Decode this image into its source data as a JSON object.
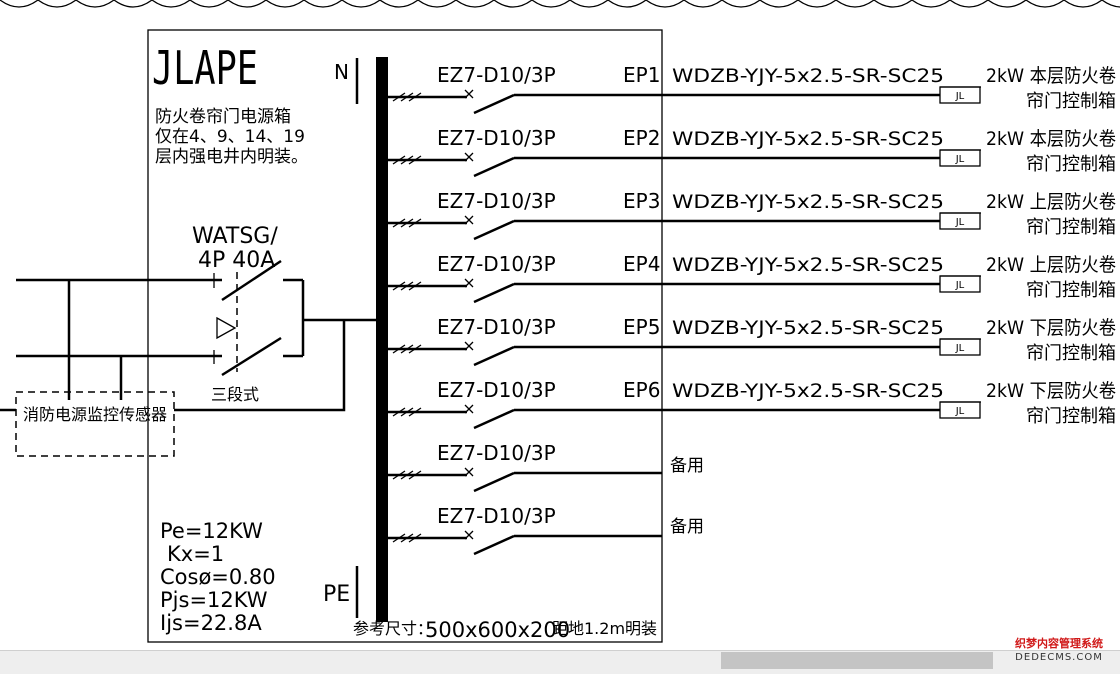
{
  "box": {
    "name": "JLAPE",
    "desc_lines": [
      "防火卷帘门电源箱",
      "仅在4、9、14、19",
      "层内强电井内明装。"
    ],
    "N_label": "N",
    "PE_label": "PE",
    "params": [
      "Pe=12KW",
      "Kx=1",
      "Cosø=0.80",
      "Pjs=12KW",
      "Ijs=22.8A"
    ],
    "footer_prefix": "参考尺寸：",
    "footer_dims": "500x600x200",
    "footer_suffix": "距地1.2m明装"
  },
  "main_switch": {
    "line1": "WATSG/",
    "line2": "4P 40A",
    "mode": "三段式"
  },
  "sensor": {
    "label": "消防电源监控传感器"
  },
  "circuits": [
    {
      "breaker": "EZ7-D10/3P",
      "code": "EP1",
      "cable": "WDZB-YJY-5x2.5-SR-SC25",
      "load_line1": "2kW 本层防火卷",
      "load_line2": "帘门控制箱",
      "tag": "JL"
    },
    {
      "breaker": "EZ7-D10/3P",
      "code": "EP2",
      "cable": "WDZB-YJY-5x2.5-SR-SC25",
      "load_line1": "2kW 本层防火卷",
      "load_line2": "帘门控制箱",
      "tag": "JL"
    },
    {
      "breaker": "EZ7-D10/3P",
      "code": "EP3",
      "cable": "WDZB-YJY-5x2.5-SR-SC25",
      "load_line1": "2kW 上层防火卷",
      "load_line2": "帘门控制箱",
      "tag": "JL"
    },
    {
      "breaker": "EZ7-D10/3P",
      "code": "EP4",
      "cable": "WDZB-YJY-5x2.5-SR-SC25",
      "load_line1": "2kW 上层防火卷",
      "load_line2": "帘门控制箱",
      "tag": "JL"
    },
    {
      "breaker": "EZ7-D10/3P",
      "code": "EP5",
      "cable": "WDZB-YJY-5x2.5-SR-SC25",
      "load_line1": "2kW 下层防火卷",
      "load_line2": "帘门控制箱",
      "tag": "JL"
    },
    {
      "breaker": "EZ7-D10/3P",
      "code": "EP6",
      "cable": "WDZB-YJY-5x2.5-SR-SC25",
      "load_line1": "2kW 下层防火卷",
      "load_line2": "帘门控制箱",
      "tag": "JL"
    }
  ],
  "spares": [
    {
      "breaker": "EZ7-D10/3P",
      "label": "备用"
    },
    {
      "breaker": "EZ7-D10/3P",
      "label": "备用"
    }
  ],
  "watermark": {
    "line1": "织梦内容管理系统",
    "line2": "DEDECMS.COM"
  }
}
